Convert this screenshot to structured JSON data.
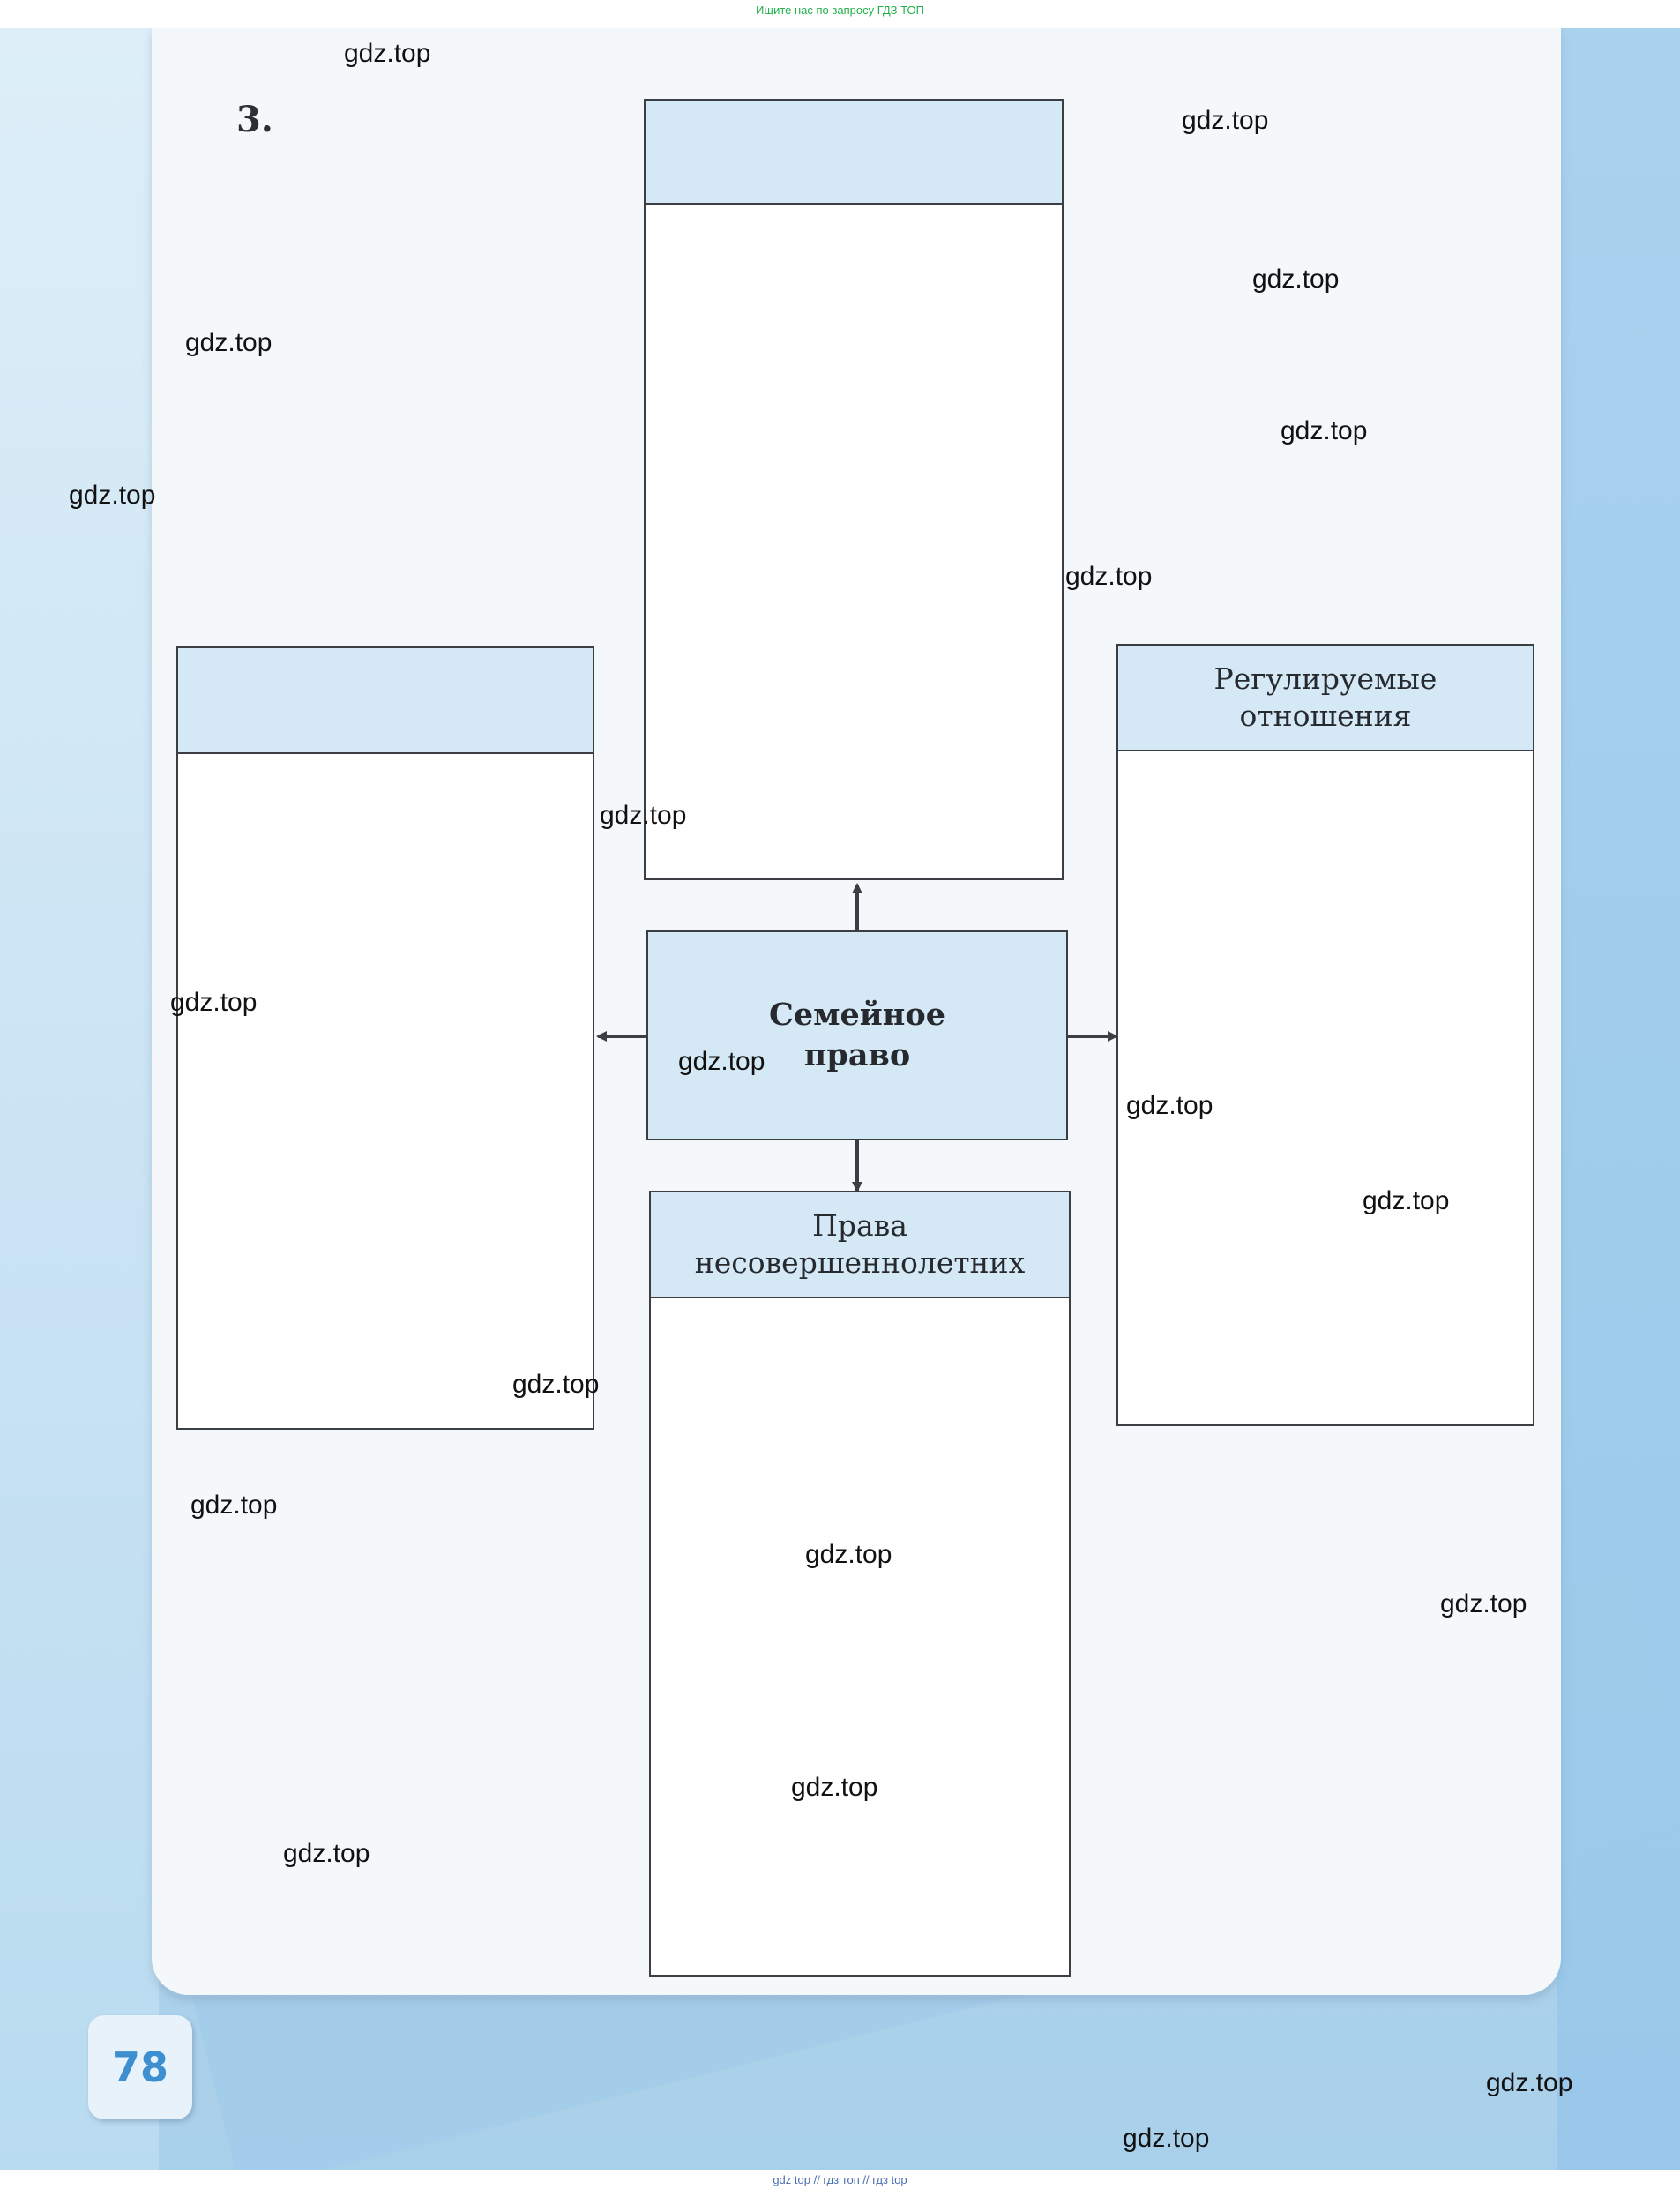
{
  "header_hint": "Ищите нас по запросу ГДЗ ТОП",
  "footer_hint": "gdz top  //  гдз топ  //  гдз top",
  "task_number": "3.",
  "page_number": "78",
  "center_box": {
    "line1": "Семейное",
    "line2": "право"
  },
  "boxes": {
    "top": {
      "title": ""
    },
    "left": {
      "title": ""
    },
    "right": {
      "line1": "Регулируемые",
      "line2": "отношения"
    },
    "bottom": {
      "line1": "Права",
      "line2": "несовершеннолетних"
    }
  },
  "watermark_text": "gdz.top",
  "colors": {
    "box_header_fill": "#d5e8f5",
    "box_border": "#3b3e42",
    "page_background": "#f5f8fb",
    "side_blue": "#b4d7ee",
    "page_number_color": "#3d8fd0",
    "header_hint_color": "#22b14c"
  }
}
